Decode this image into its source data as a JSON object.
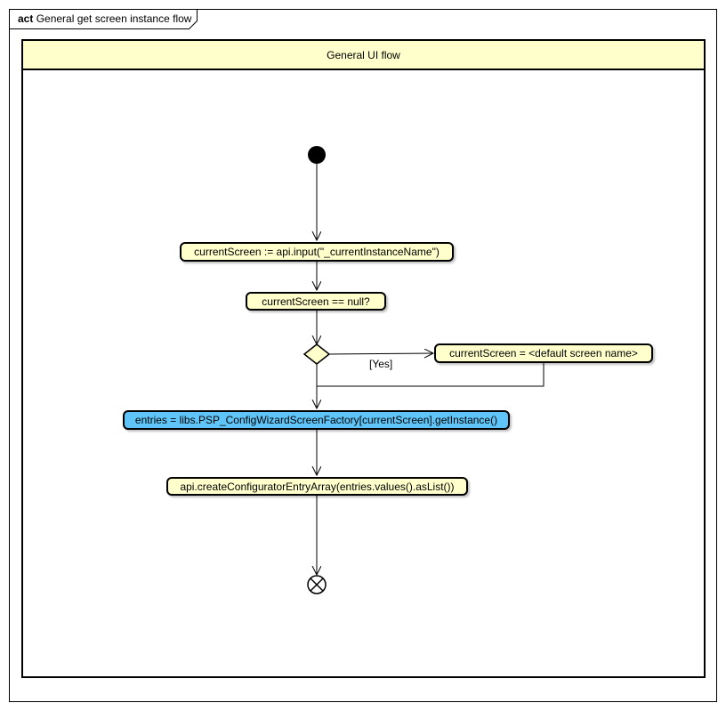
{
  "frame": {
    "keyword": "act",
    "title": "General get screen instance flow"
  },
  "partition": {
    "title": "General UI flow"
  },
  "actions": {
    "assign_current": "currentScreen := api.input(\"_currentInstanceName\")",
    "check_null": "currentScreen == null?",
    "default_screen": "currentScreen = <default screen name>",
    "get_entries": "entries = libs.PSP_ConfigWizardScreenFactory[currentScreen].getInstance()",
    "create_array": "api.createConfiguratorEntryArray(entries.values().asList())"
  },
  "guards": {
    "yes": "[Yes]"
  },
  "colors": {
    "action_fill": "#ffffcc",
    "highlight_fill": "#5fc5f8",
    "partition_header": "#ffffcc"
  }
}
